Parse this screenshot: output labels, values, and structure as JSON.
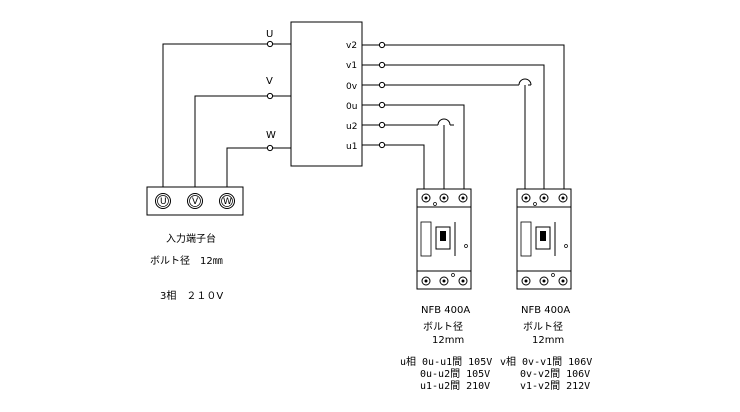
{
  "inputs": {
    "u": "U",
    "v": "V",
    "w": "W"
  },
  "transformer": {
    "v2": "v2",
    "v1": "v1",
    "ov": "0v",
    "ou": "0u",
    "u2": "u2",
    "u1": "u1"
  },
  "terminal_block": {
    "t1": "U",
    "t2": "V",
    "t3": "W",
    "title": "入力端子台",
    "bolt": "ボルト径　12㎜",
    "spec": "3相　２１０V"
  },
  "breaker_u": {
    "name": "NFB 400A",
    "bolt": "ボルト径",
    "size": "12mm",
    "readings": [
      "u相 0u-u1間 105V",
      "　　0u-u2間 105V",
      "　　u1-u2間 210V"
    ]
  },
  "breaker_v": {
    "name": "NFB 400A",
    "bolt": "ボルト径",
    "size": "12mm",
    "readings": [
      "v相 0v-v1間 106V",
      "　　0v-v2間 106V",
      "　　v1-v2間 212V"
    ]
  }
}
